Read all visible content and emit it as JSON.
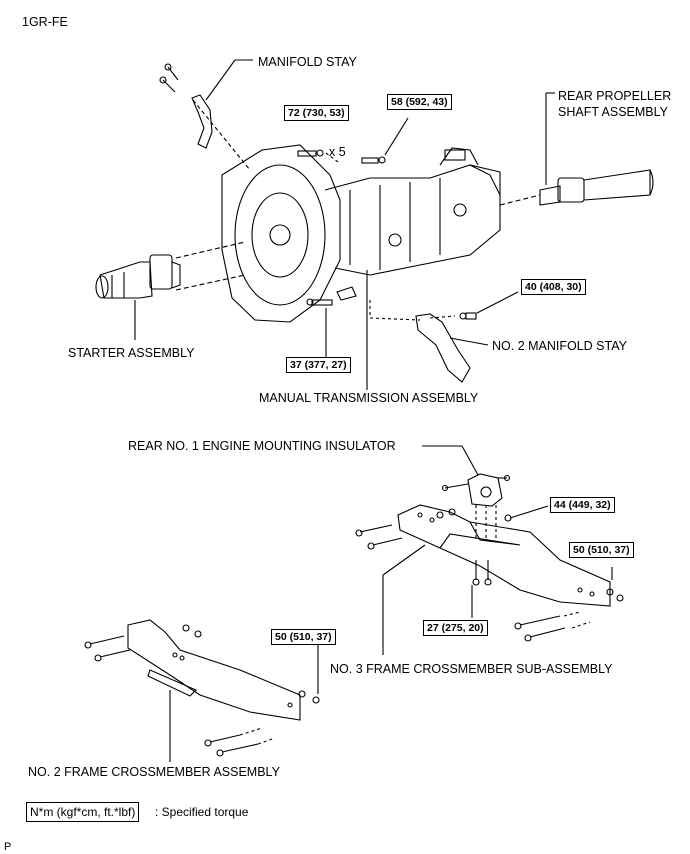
{
  "header": {
    "engine_code": "1GR-FE"
  },
  "labels": {
    "manifold_stay": "MANIFOLD STAY",
    "rear_propeller_line1": "REAR PROPELLER",
    "rear_propeller_line2": "SHAFT ASSEMBLY",
    "times5": "x 5",
    "starter_assembly": "STARTER ASSEMBLY",
    "no2_manifold_stay": "NO. 2 MANIFOLD STAY",
    "manual_transmission": "MANUAL TRANSMISSION ASSEMBLY",
    "rear_no1_insulator": "REAR NO. 1 ENGINE MOUNTING INSULATOR",
    "no3_frame_crossmember": "NO. 3 FRAME CROSSMEMBER SUB-ASSEMBLY",
    "no2_frame_crossmember": "NO. 2 FRAME CROSSMEMBER ASSEMBLY"
  },
  "torques": {
    "t72": "72 (730, 53)",
    "t58": "58 (592, 43)",
    "t40": "40 (408, 30)",
    "t37": "37 (377, 27)",
    "t44": "44 (449, 32)",
    "t50a": "50 (510, 37)",
    "t27": "27 (275, 20)",
    "t50b": "50 (510, 37)"
  },
  "legend": {
    "unit_box": "N*m (kgf*cm, ft.*lbf)",
    "description": ": Specified torque"
  },
  "footer": {
    "code": "P"
  }
}
